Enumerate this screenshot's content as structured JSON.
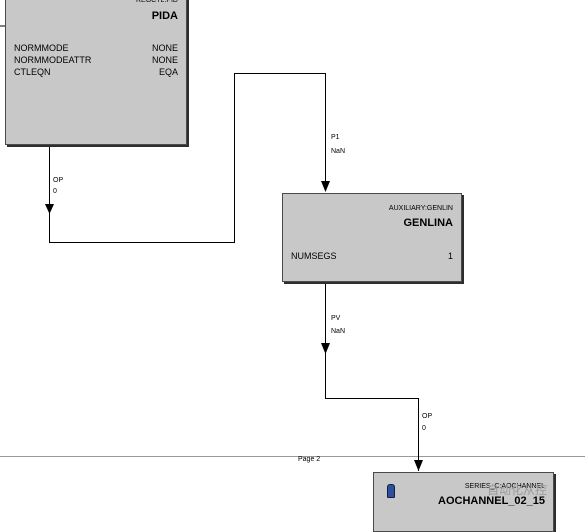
{
  "blocks": {
    "pida": {
      "type": "REGCTL:PID",
      "name": "PIDA",
      "params": [
        {
          "name": "NORMMODE",
          "value": "NONE"
        },
        {
          "name": "NORMMODEATTR",
          "value": "NONE"
        },
        {
          "name": "CTLEQN",
          "value": "EQA"
        }
      ]
    },
    "genlina": {
      "type": "AUXILIARY:GENLIN",
      "name": "GENLINA",
      "params": [
        {
          "name": "NUMSEGS",
          "value": "1"
        }
      ]
    },
    "aochannel": {
      "type": "SERIES_C:AOCHANNEL",
      "name": "AOCHANNEL_02_15"
    }
  },
  "wires": {
    "pida_op": {
      "param": "OP",
      "value": "0"
    },
    "genlina_p1": {
      "param": "P1",
      "value": "NaN"
    },
    "genlina_pv": {
      "param": "PV",
      "value": "NaN"
    },
    "aochannel_op": {
      "param": "OP",
      "value": "0"
    }
  },
  "page_label": "Page 2",
  "watermark": "自动化从控"
}
